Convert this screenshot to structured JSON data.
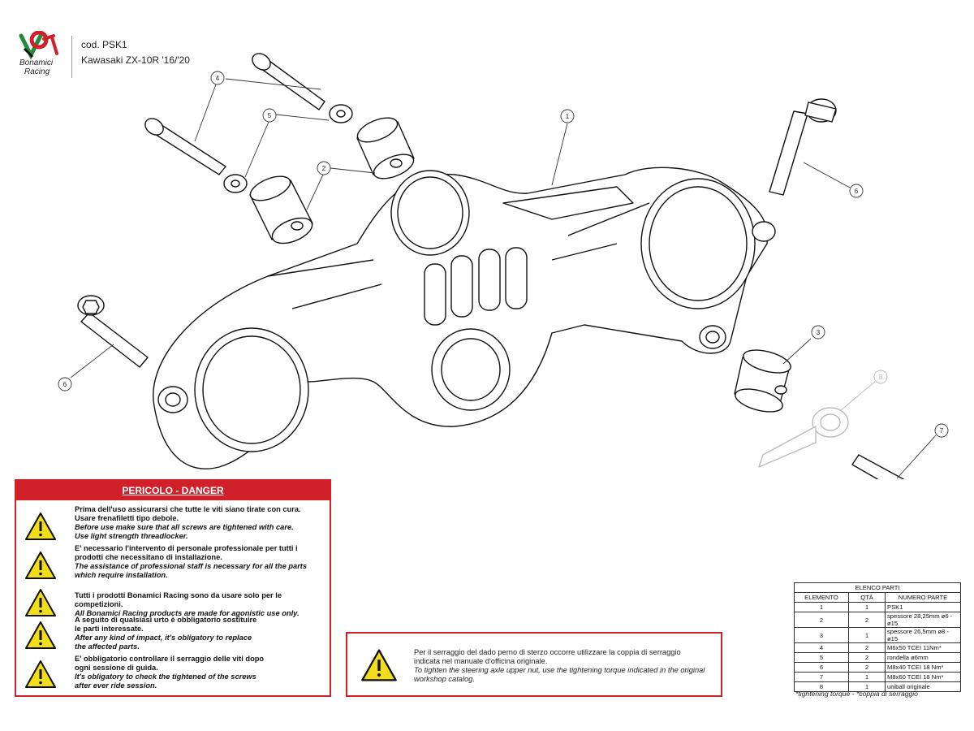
{
  "header": {
    "brand_line1": "Bonamici",
    "brand_line2": "Racing",
    "code": "cod. PSK1",
    "model": "Kawasaki ZX-10R '16/'20"
  },
  "callouts": [
    "1",
    "2",
    "3",
    "4",
    "5",
    "6",
    "6",
    "7",
    "8"
  ],
  "danger": {
    "title": "PERICOLO - DANGER",
    "items": [
      {
        "it_bold": "Prima dell'uso assicurarsi che tutte le viti siano tirate con cura.",
        "it_bold2": "Usare frenafiletti tipo debole.",
        "en": "Before use make sure that all screws are tightened with care.",
        "en2": "Use light strength threadlocker."
      },
      {
        "it_bold": "E' necessario l'intervento di personale professionale per tutti i",
        "it_bold2": "prodotti che necessitano di installazione.",
        "en": "The assistance of professional staff is necessary for all the parts",
        "en2": "which require installation."
      },
      {
        "it_bold": "Tutti i prodotti Bonamici Racing sono da usare solo per le competizioni.",
        "it_bold2": "",
        "en": "All Bonamici Racing products are made for agonistic use only.",
        "en2": ""
      },
      {
        "it_bold": "A seguito di qualsiasi urto è obbligatorio sostituire",
        "it_bold2": "le parti interessate.",
        "en": "After any kind of impact, it's obligatory to replace",
        "en2": "the affected parts."
      },
      {
        "it_bold": "E' obbligatorio controllare il serraggio delle viti dopo",
        "it_bold2": "ogni sessione di guida.",
        "en": "It's obligatory to check the tightened of the screws",
        "en2": "after ever ride session."
      }
    ]
  },
  "note": {
    "it1": "Per il serraggio del dado perno di sterzo occorre utilizzare la coppia di serraggio",
    "it2": "indicata nel manuale d'officina originale.",
    "en1": "To tighten the steering axle upper nut, use the tightening torque indicated in the original",
    "en2": "workshop catalog."
  },
  "parts_table": {
    "title": "ELENCO PARTI",
    "headers": [
      "ELEMENTO",
      "QTÀ",
      "NUMERO PARTE"
    ],
    "rows": [
      [
        "1",
        "1",
        "PSK1"
      ],
      [
        "2",
        "2",
        "spessore 28,25mm ø6 - ø15"
      ],
      [
        "3",
        "1",
        "spessore 26,5mm ø8 - ø15"
      ],
      [
        "4",
        "2",
        "M6x50 TCEI 11Nm*"
      ],
      [
        "5",
        "2",
        "rondella ø6mm"
      ],
      [
        "6",
        "2",
        "M8x40 TCEI 18 Nm*"
      ],
      [
        "7",
        "1",
        "M8x60 TCEI 18 Nm*"
      ],
      [
        "8",
        "1",
        "uniball originale"
      ]
    ],
    "footnote": "*tightening torque - *coppia di serraggio"
  },
  "colors": {
    "accent": "#d0202a",
    "warning_yellow": "#f2dd1a",
    "logo_green": "#1f8a3a"
  }
}
